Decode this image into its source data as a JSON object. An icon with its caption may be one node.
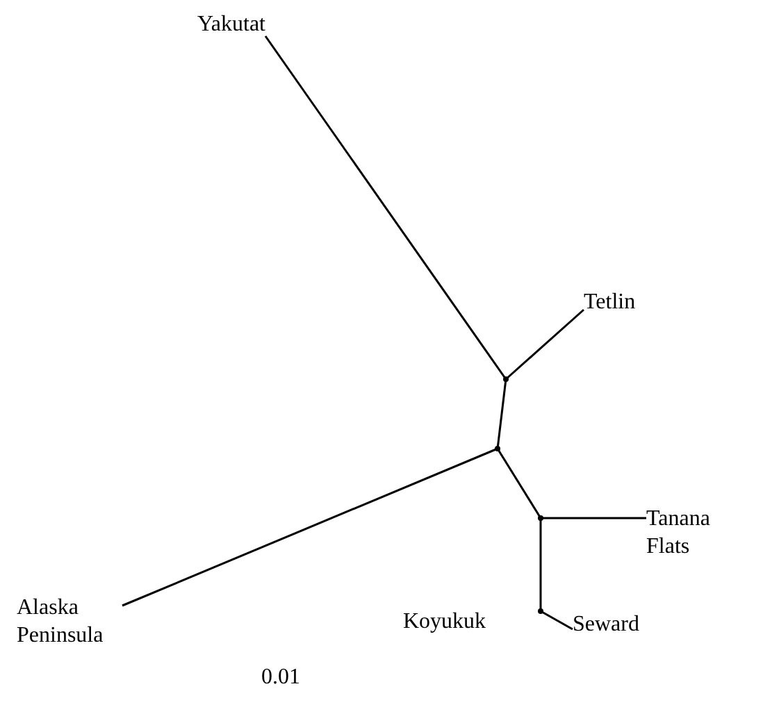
{
  "diagram": {
    "nodes": [
      {
        "text": [
          "Yakutat"
        ]
      },
      {
        "text": [
          "Tetlin"
        ]
      },
      {
        "text": [],
        "shape": "point"
      },
      {
        "text": [],
        "shape": "point"
      },
      {
        "text": [],
        "shape": "point"
      },
      {
        "text": [
          "Tanana Flats"
        ]
      },
      {
        "text": [
          "Alaska Peninsula"
        ]
      },
      {
        "text": [],
        "shape": "point",
        "beside": [
          "Koyukuk"
        ]
      },
      {
        "text": [
          "Seward"
        ]
      }
    ],
    "edges": [
      {
        "from": 0,
        "to": 2,
        "arrow": "none"
      },
      {
        "from": 1,
        "to": 2,
        "arrow": "none"
      },
      {
        "from": 2,
        "to": 3,
        "arrow": "none"
      },
      {
        "from": 3,
        "to": 6,
        "arrow": "none"
      },
      {
        "from": 3,
        "to": 4,
        "arrow": "none"
      },
      {
        "from": 4,
        "to": 5,
        "arrow": "none"
      },
      {
        "from": 4,
        "to": 7,
        "arrow": "none"
      },
      {
        "from": 7,
        "to": 8,
        "arrow": "none"
      }
    ],
    "labels": [
      "0.01"
    ]
  }
}
